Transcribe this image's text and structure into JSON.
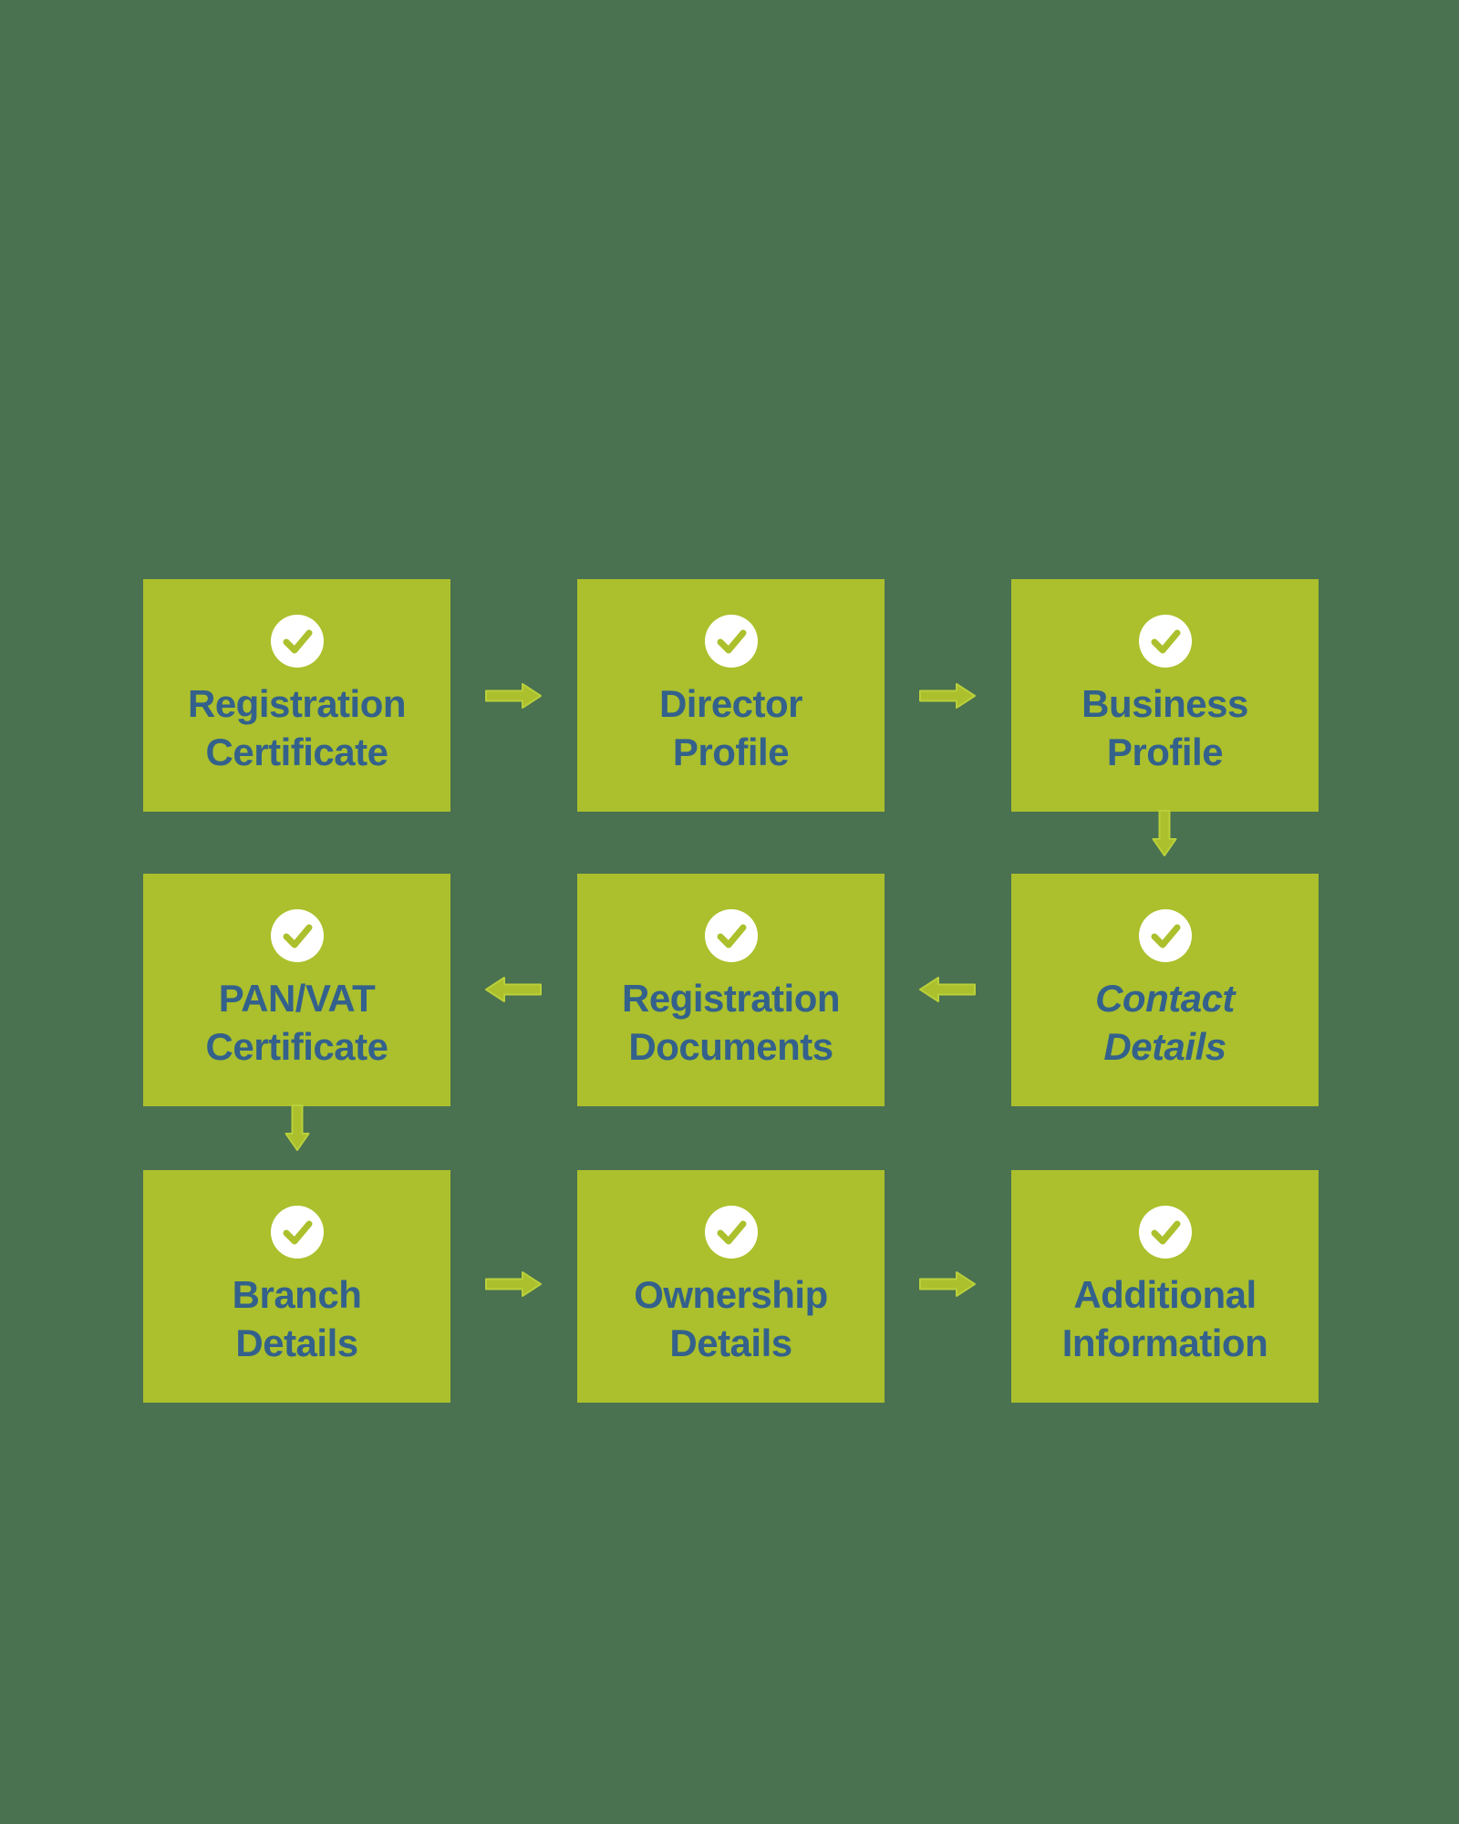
{
  "colors": {
    "background": "#4a7150",
    "box_fill": "#abc02c",
    "label_text": "#33618c",
    "arrow": "#abc02c",
    "check_circle": "#ffffff",
    "check_mark": "#abc02c"
  },
  "nodes": [
    {
      "id": "registration-certificate",
      "label": "Registration\nCertificate",
      "icon": "check-circle-icon",
      "italic": false
    },
    {
      "id": "director-profile",
      "label": "Director\nProfile",
      "icon": "check-circle-icon",
      "italic": false
    },
    {
      "id": "business-profile",
      "label": "Business\nProfile",
      "icon": "check-circle-icon",
      "italic": false
    },
    {
      "id": "pan-vat-certificate",
      "label": "PAN/VAT\nCertificate",
      "icon": "check-circle-icon",
      "italic": false
    },
    {
      "id": "registration-documents",
      "label": "Registration\nDocuments",
      "icon": "check-circle-icon",
      "italic": false
    },
    {
      "id": "contact-details",
      "label": "Contact\nDetails",
      "icon": "check-circle-icon",
      "italic": true
    },
    {
      "id": "branch-details",
      "label": "Branch\nDetails",
      "icon": "check-circle-icon",
      "italic": false
    },
    {
      "id": "ownership-details",
      "label": "Ownership\nDetails",
      "icon": "check-circle-icon",
      "italic": false
    },
    {
      "id": "additional-information",
      "label": "Additional\nInformation",
      "icon": "check-circle-icon",
      "italic": false
    }
  ],
  "flow": [
    {
      "from": "registration-certificate",
      "to": "director-profile",
      "direction": "right"
    },
    {
      "from": "director-profile",
      "to": "business-profile",
      "direction": "right"
    },
    {
      "from": "business-profile",
      "to": "contact-details",
      "direction": "down"
    },
    {
      "from": "contact-details",
      "to": "registration-documents",
      "direction": "left"
    },
    {
      "from": "registration-documents",
      "to": "pan-vat-certificate",
      "direction": "left"
    },
    {
      "from": "pan-vat-certificate",
      "to": "branch-details",
      "direction": "down"
    },
    {
      "from": "branch-details",
      "to": "ownership-details",
      "direction": "right"
    },
    {
      "from": "ownership-details",
      "to": "additional-information",
      "direction": "right"
    }
  ]
}
